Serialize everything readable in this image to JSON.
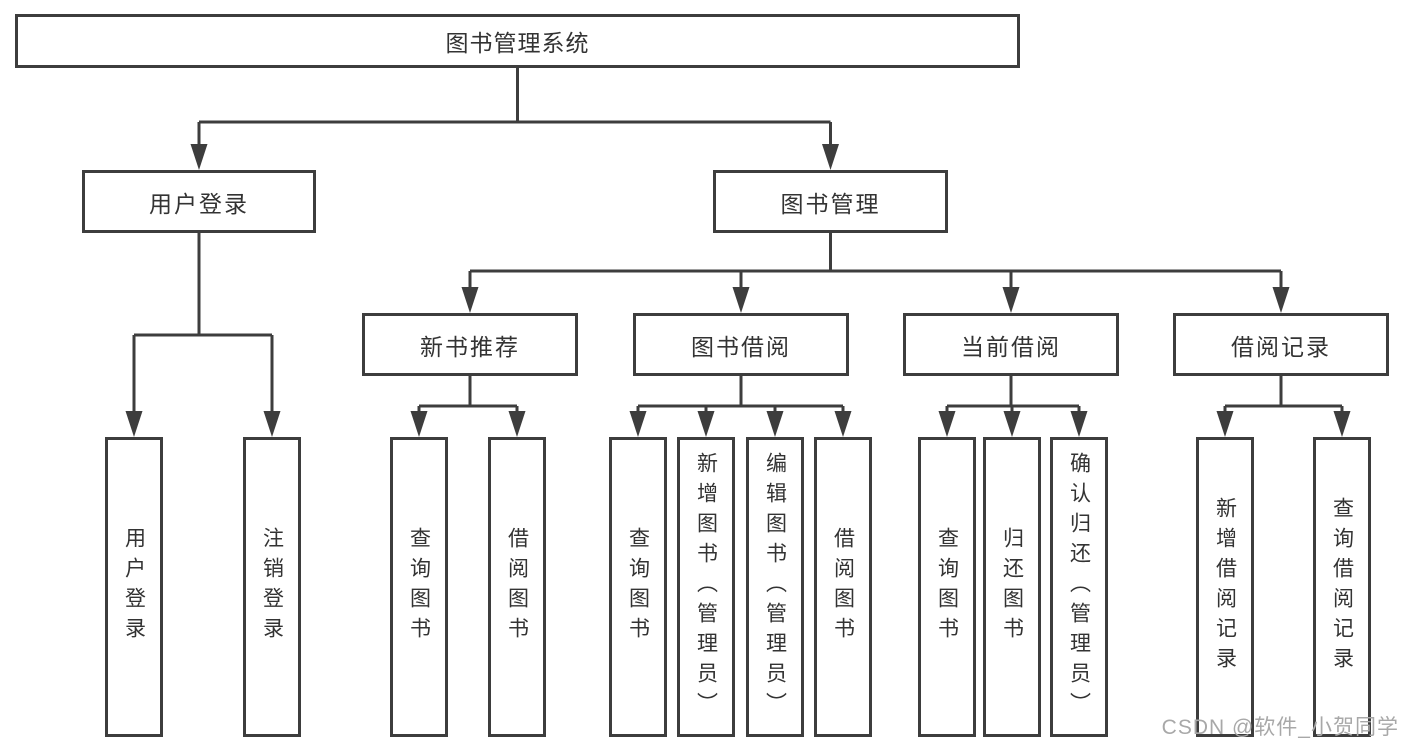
{
  "tree": {
    "root": {
      "label": "图书管理系统"
    },
    "children": [
      {
        "label": "用户登录",
        "children": [
          {
            "label": "用户登录"
          },
          {
            "label": "注销登录"
          }
        ]
      },
      {
        "label": "图书管理",
        "children": [
          {
            "label": "新书推荐",
            "children": [
              {
                "label": "查询图书"
              },
              {
                "label": "借阅图书"
              }
            ]
          },
          {
            "label": "图书借阅",
            "children": [
              {
                "label": "查询图书"
              },
              {
                "label": "新增图书（管理员）"
              },
              {
                "label": "编辑图书（管理员）"
              },
              {
                "label": "借阅图书"
              }
            ]
          },
          {
            "label": "当前借阅",
            "children": [
              {
                "label": "查询图书"
              },
              {
                "label": "归还图书"
              },
              {
                "label": "确认归还（管理员）"
              }
            ]
          },
          {
            "label": "借阅记录",
            "children": [
              {
                "label": "新增借阅记录"
              },
              {
                "label": "查询借阅记录"
              }
            ]
          }
        ]
      }
    ]
  },
  "watermark": "CSDN @软件_小贺同学",
  "colors": {
    "line": "#3d3d3d",
    "text": "#333333",
    "watermark": "#a8a8a8"
  }
}
